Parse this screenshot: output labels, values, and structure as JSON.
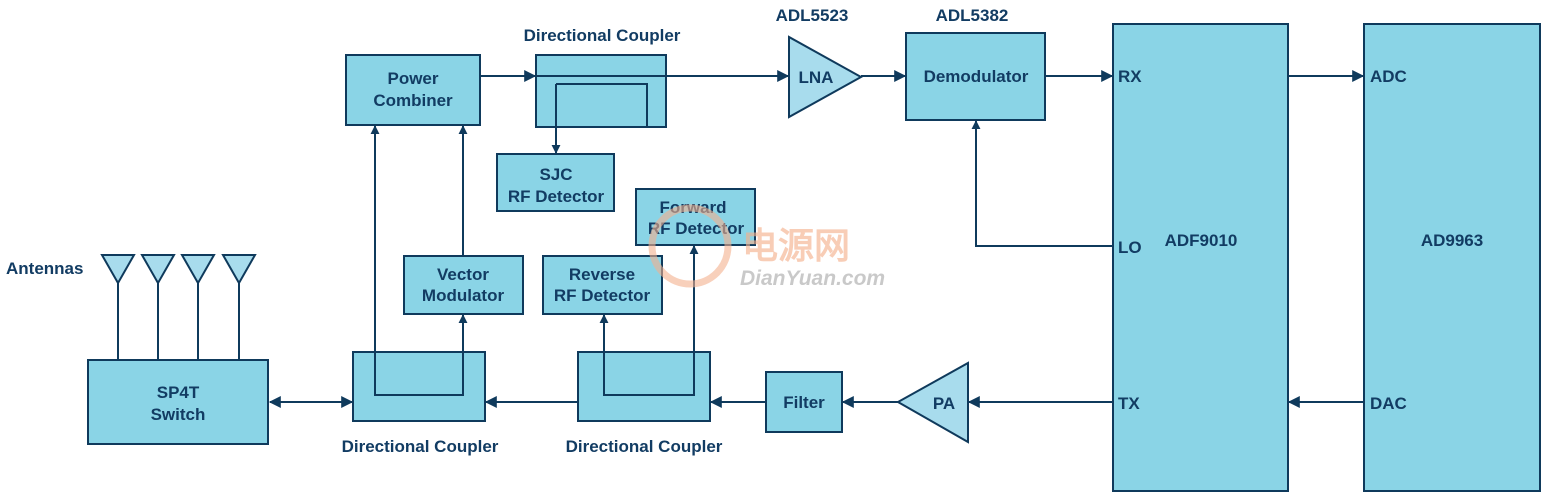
{
  "blocks": {
    "power_combiner": [
      "Power",
      "Combiner"
    ],
    "sjc_detector": [
      "SJC",
      "RF Detector"
    ],
    "forward_detector": [
      "Forward",
      "RF Detector"
    ],
    "vector_modulator": [
      "Vector",
      "Modulator"
    ],
    "reverse_detector": [
      "Reverse",
      "RF Detector"
    ],
    "sp4t_switch": [
      "SP4T",
      "Switch"
    ],
    "filter": "Filter",
    "lna": "LNA",
    "pa": "PA",
    "demodulator": "Demodulator",
    "adf9010": "ADF9010",
    "ad9963": "AD9963"
  },
  "labels": {
    "top_coupler": "Directional Coupler",
    "bottom_coupler_left": "Directional Coupler",
    "bottom_coupler_right": "Directional Coupler",
    "adl5523": "ADL5523",
    "adl5382": "ADL5382",
    "antennas": "Antennas"
  },
  "ports": {
    "rx": "RX",
    "lo": "LO",
    "tx": "TX",
    "adc": "ADC",
    "dac": "DAC"
  },
  "watermark": {
    "cn": "电源网",
    "en": "DianYuan.com"
  },
  "colors": {
    "block_fill": "#8ad4e6",
    "amp_fill": "#a8dced",
    "line": "#0f3a5c",
    "text": "#123c63"
  }
}
